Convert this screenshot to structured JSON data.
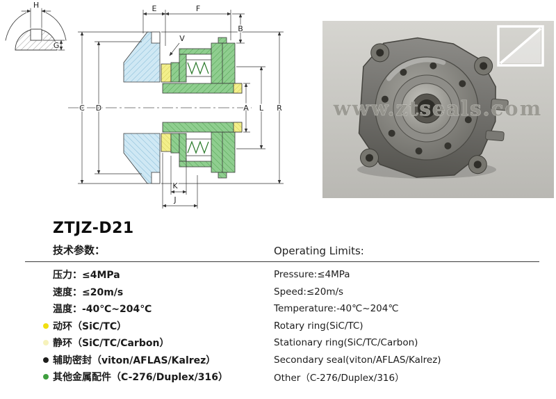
{
  "title": "ZTJZ-D21",
  "photo": {
    "watermark": "www.ztseals.com"
  },
  "diagram": {
    "labels": {
      "E": "E",
      "F": "F",
      "B": "B",
      "V": "V",
      "H": "H",
      "G": "G",
      "C": "C",
      "D": "D",
      "A": "A",
      "L": "L",
      "R": "R",
      "K": "K",
      "J": "J"
    }
  },
  "specs": {
    "header_cn": "技术参数：",
    "header_en": "Operating Limits:",
    "rows": [
      {
        "cn": "压力：≤4MPa",
        "en": "Pressure:≤4MPa",
        "bullet_color": ""
      },
      {
        "cn": "速度：≤20m/s",
        "en": "Speed:≤20m/s",
        "bullet_color": ""
      },
      {
        "cn": "温度：-40℃~204℃",
        "en": "Temperature:-40℃~204℃",
        "bullet_color": ""
      },
      {
        "cn": "动环（SiC/TC）",
        "en": "Rotary ring(SiC/TC)",
        "bullet_color": "#f0df10"
      },
      {
        "cn": "静环（SiC/TC/Carbon）",
        "en": "Stationary ring(SiC/TC/Carbon)",
        "bullet_color": "#f6f2bb"
      },
      {
        "cn": "辅助密封（viton/AFLAS/Kalrez）",
        "en": "Secondary seal(viton/AFLAS/Kalrez)",
        "bullet_color": "#1d1d1b"
      },
      {
        "cn": "其他金属配件（C-276/Duplex/316）",
        "en": "Other（C-276/Duplex/316）",
        "bullet_color": "#3f9f3f"
      }
    ]
  },
  "colors": {
    "drawing_blue": "#cfe8f4",
    "drawing_green": "#8fce8f",
    "drawing_yellow": "#f3ef8a",
    "photo_bg": "#c8c7c2"
  }
}
